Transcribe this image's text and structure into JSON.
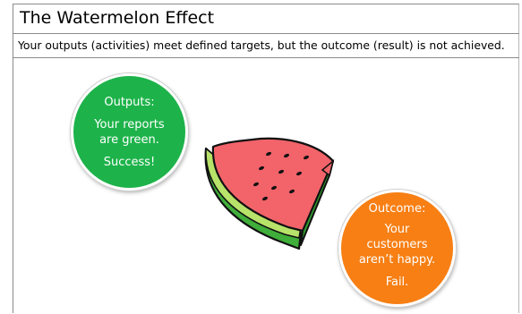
{
  "title": "The Watermelon Effect",
  "subtitle": "Your outputs (activities) meet defined targets, but the outcome (result) is not achieved.",
  "outputs": {
    "heading": "Outputs:",
    "line1": "Your reports",
    "line2": "are green.",
    "line3": "Success!",
    "color": "#1db34a"
  },
  "outcome": {
    "heading": "Outcome:",
    "line1": "Your",
    "line2": "customers",
    "line3": "aren’t happy.",
    "line4": "Fail.",
    "color": "#f77f14"
  },
  "illustration": {
    "icon": "watermelon-slice-icon",
    "flesh_color": "#f2646a",
    "rind_light_color": "#b8e36a",
    "rind_dark_color": "#3fae3a"
  }
}
